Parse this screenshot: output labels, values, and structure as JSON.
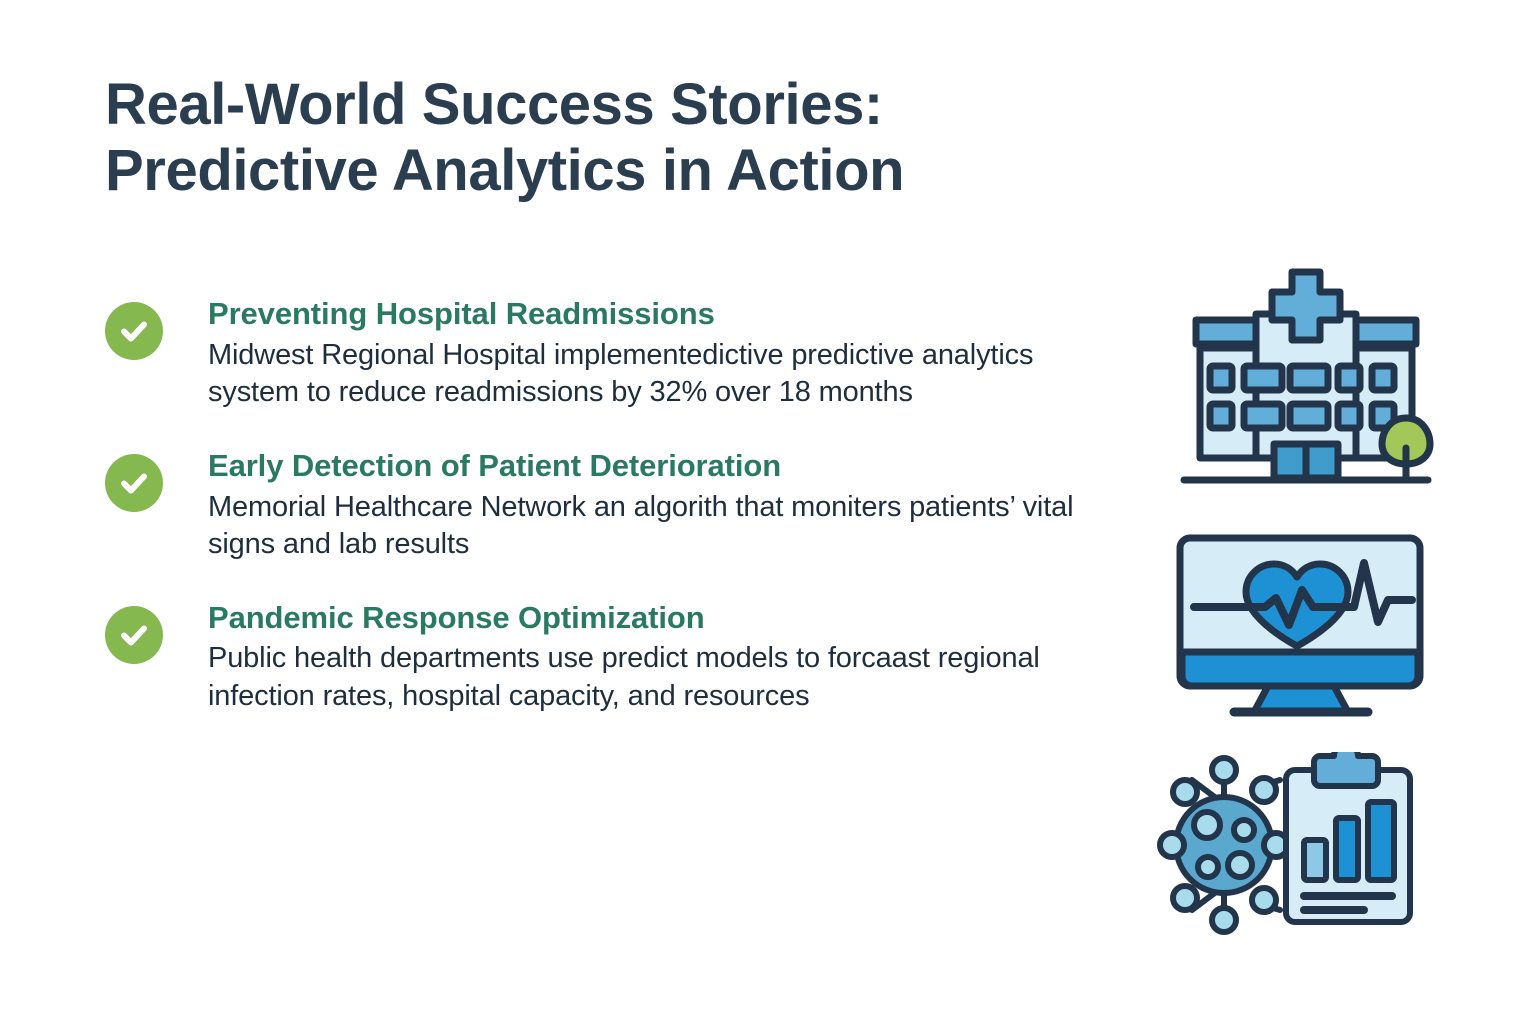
{
  "page": {
    "background": "#ffffff",
    "title_color": "#2b3e50",
    "heading_color": "#2a7a62",
    "body_color": "#1f2e3d",
    "badge_color": "#85b84e",
    "icon_stroke": "#22354a",
    "icon_fill_light": "#d6ecf7",
    "icon_fill_mid": "#63aed8",
    "icon_fill_bright": "#1e90d4",
    "icon_fill_cyan": "#a8dced",
    "icon_fill_teal": "#5aa8ce",
    "tree_color": "#a4c759"
  },
  "title": {
    "line1": "Real-World Success Stories:",
    "line2": "Predictive Analytics in Action"
  },
  "items": [
    {
      "badge_icon": "check-icon",
      "heading": "Preventing Hospital Readmissions",
      "body": "Midwest Regional Hospital implementedictive predictive analytics system to reduce readmissions by 32% over 18 months",
      "icon": "hospital-icon"
    },
    {
      "badge_icon": "check-icon",
      "heading": "Early Detection of Patient Deterioration",
      "body": "Memorial Healthcare Network an algorith that moniters patients’ vital signs and lab results",
      "icon": "heart-monitor-icon"
    },
    {
      "badge_icon": "check-icon",
      "heading": "Pandemic Response Optimization",
      "body": "Public health departments use predict models to forcaast regional infection rates, hospital capacity, and resources",
      "icon": "virus-clipboard-icon"
    }
  ]
}
